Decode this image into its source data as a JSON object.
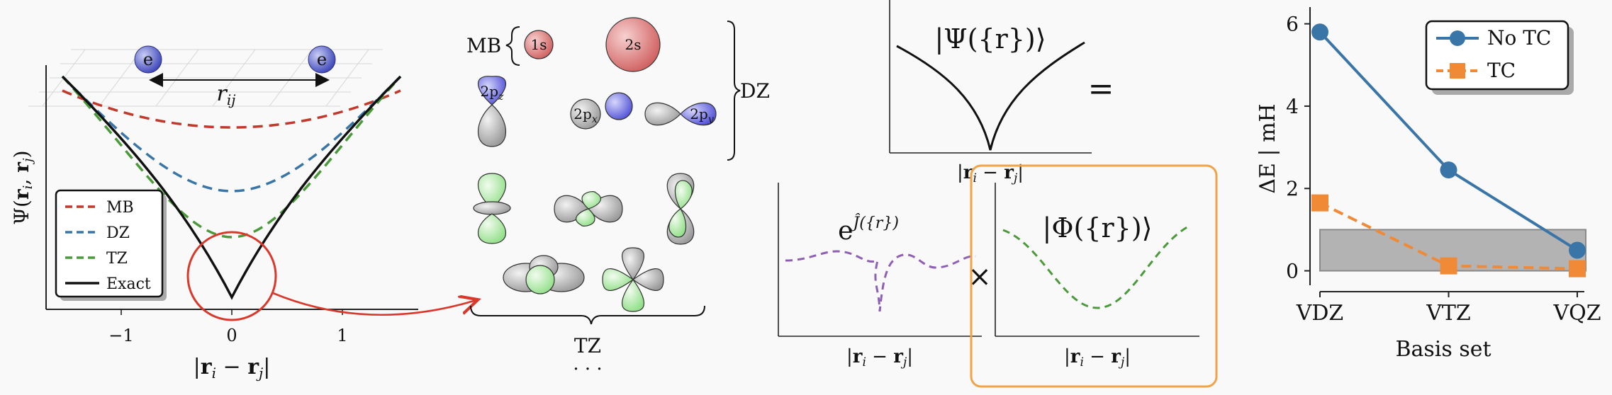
{
  "panel_a": {
    "electron_label": "e",
    "distance_label": "r",
    "distance_sub": "ij",
    "ylabel_main": "Ψ(",
    "ylabel_args": "r",
    "xlabel": "|r_i − r_j|",
    "legend": [
      {
        "label": "MB",
        "color": "#c0392b",
        "style": "dashed"
      },
      {
        "label": "DZ",
        "color": "#3a75a8",
        "style": "dashed"
      },
      {
        "label": "TZ",
        "color": "#4a9a3a",
        "style": "dashed"
      },
      {
        "label": "Exact",
        "color": "#111111",
        "style": "solid"
      }
    ],
    "highlight_color": "#d9382a"
  },
  "panel_b": {
    "mb_label": "MB",
    "orbital_1s": "1s",
    "orbital_2s": "2s",
    "orbital_2pz": "2p",
    "sub_z": "z",
    "orbital_2px": "2p",
    "sub_x": "x",
    "orbital_2py": "2p",
    "sub_y": "y",
    "dz_label": "DZ",
    "tz_label": "TZ",
    "ellipsis": "· · ·"
  },
  "panel_c": {
    "psi_label": "|Ψ({r})⟩",
    "equals": "=",
    "jastrow_base": "e",
    "jastrow_exp": "Ĵ({r})",
    "times": "×",
    "phi_label": "|Φ({r})⟩",
    "xlabel": "|r_i − r_j|",
    "jastrow_color": "#8e5fb3",
    "phi_color": "#4a9a3a",
    "box_color": "#f0a347"
  },
  "chart_data": {
    "type": "line",
    "categories": [
      "VDZ",
      "VTZ",
      "VQZ"
    ],
    "series": [
      {
        "name": "No TC",
        "values": [
          5.8,
          2.45,
          0.5
        ],
        "color": "#3a75a8",
        "marker": "circle",
        "style": "solid"
      },
      {
        "name": "TC",
        "values": [
          1.65,
          0.12,
          0.05
        ],
        "color": "#f08a36",
        "marker": "square",
        "style": "dashed"
      }
    ],
    "ylabel": "ΔE | mH",
    "xlabel": "Basis set",
    "ylim": [
      -0.3,
      6.2
    ],
    "yticks": [
      0,
      2,
      4,
      6
    ],
    "shaded_band": [
      0,
      1
    ],
    "legend_position": "top-right",
    "grid": false
  }
}
